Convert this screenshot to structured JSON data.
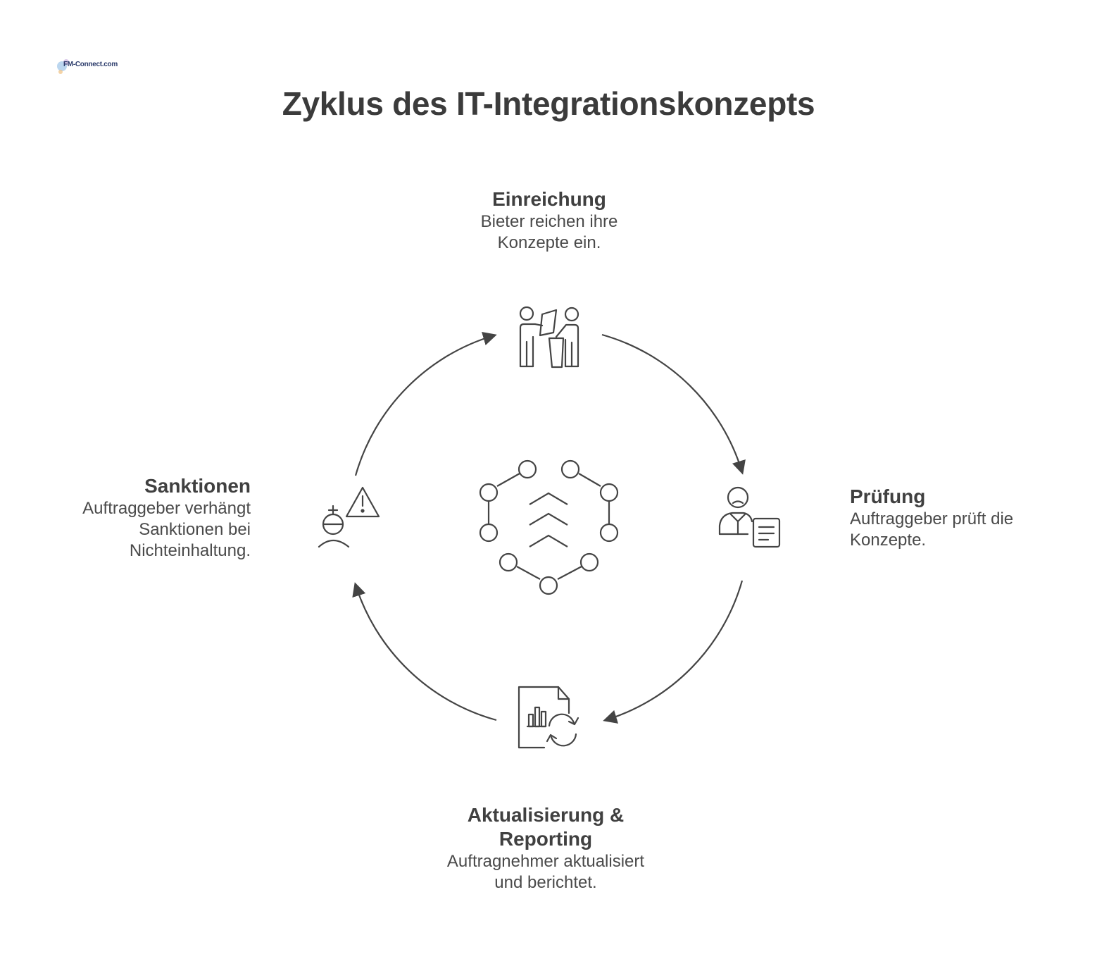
{
  "logo": {
    "text": "FM-Connect.com"
  },
  "title": "Zyklus des IT-Integrationskonzepts",
  "steps": [
    {
      "title": "Einreichung",
      "desc": "Bieter reichen ihre\nKonzepte ein.",
      "icon": "handover-document-icon"
    },
    {
      "title": "Prüfung",
      "desc": "Auftraggeber prüft die\nKonzepte.",
      "icon": "reviewer-document-icon"
    },
    {
      "title": "Aktualisierung &\nReporting",
      "desc": "Auftragnehmer aktualisiert\nund berichtet.",
      "icon": "report-refresh-icon"
    },
    {
      "title": "Sanktionen",
      "desc": "Auftraggeber verhängt\nSanktionen bei\nNichteinhaltung.",
      "icon": "person-warning-icon"
    }
  ],
  "center_icon": "cycle-hexagon-chevrons-icon",
  "colors": {
    "stroke": "#444444",
    "text": "#3c3c3c"
  }
}
